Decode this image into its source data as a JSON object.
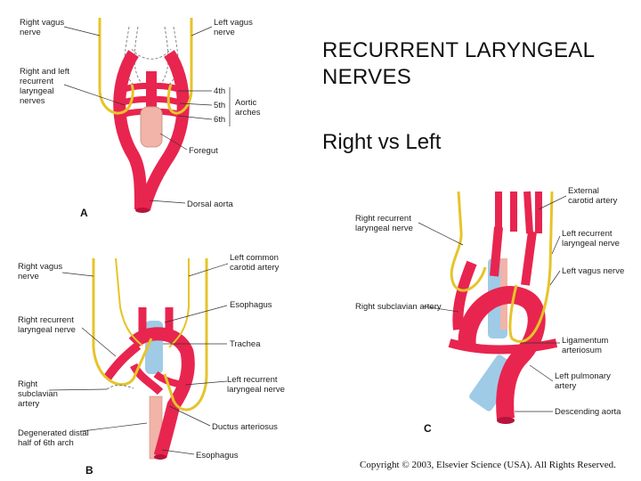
{
  "slide": {
    "title": "RECURRENT LARYNGEAL NERVES",
    "subtitle": "Right vs Left",
    "copyright": "Copyright © 2003, Elsevier Science (USA). All Rights Reserved."
  },
  "panel_a": {
    "letter": "A",
    "labels": {
      "right_vagus": "Right vagus\nnerve",
      "left_vagus": "Left vagus\nnerve",
      "recurrent": "Right and left\nrecurrent\nlaryngeal\nnerves",
      "arch4": "4th",
      "arch5": "5th",
      "arch6": "6th",
      "aortic_arches": "Aortic\narches",
      "foregut": "Foregut",
      "dorsal_aorta": "Dorsal aorta"
    }
  },
  "panel_b": {
    "letter": "B",
    "labels": {
      "left_common_carotid": "Left common\ncarotid artery",
      "right_vagus": "Right vagus\nnerve",
      "esophagus_top": "Esophagus",
      "right_recurrent": "Right recurrent\nlaryngeal nerve",
      "trachea": "Trachea",
      "right_subclavian": "Right\nsubclavian\nartery",
      "left_recurrent": "Left recurrent\nlaryngeal nerve",
      "degenerated": "Degenerated distal\nhalf of 6th arch",
      "ductus": "Ductus arteriosus",
      "esophagus_bottom": "Esophagus"
    }
  },
  "panel_c": {
    "letter": "C",
    "labels": {
      "external_carotid": "External\ncarotid artery",
      "right_recurrent": "Right recurrent\nlaryngeal nerve",
      "left_recurrent": "Left recurrent\nlaryngeal nerve",
      "left_vagus": "Left vagus nerve",
      "right_subclavian": "Right subclavian artery",
      "ligamentum": "Ligamentum\narteriosum",
      "left_pulmonary": "Left pulmonary\nartery",
      "descending_aorta": "Descending aorta"
    }
  },
  "colors": {
    "artery": "#e8254f",
    "artery_dark": "#b8133a",
    "nerve": "#e6c42a",
    "trachea": "#9fcbe6",
    "esophagus": "#f2b3a8",
    "text": "#222222"
  }
}
